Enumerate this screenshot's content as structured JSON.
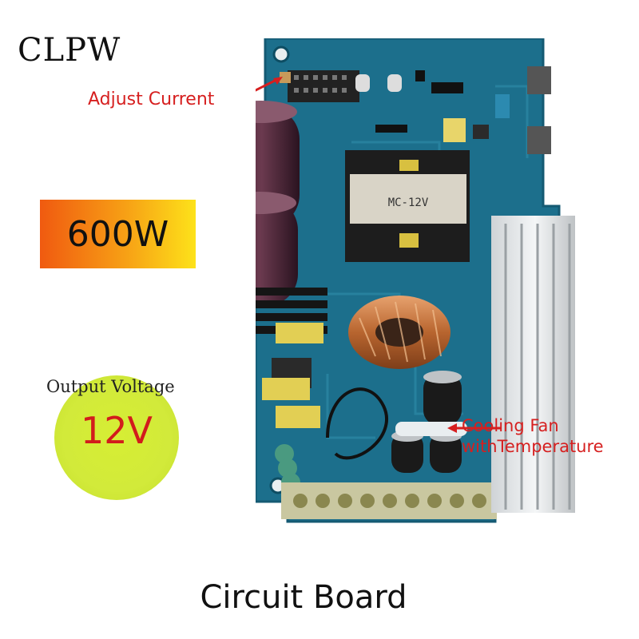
{
  "brand": "CLPW",
  "wattage_badge": "600W",
  "output_voltage": {
    "label": "Output Voltage",
    "value": "12V"
  },
  "annotations": {
    "adjust_current": "Adjust Current",
    "cooling_fan_line1": "Cooling Fan",
    "cooling_fan_line2": "withTemperature"
  },
  "transformer_marking": "MC-12V",
  "caption": "Circuit Board",
  "colors": {
    "pcb": "#1c6f8c",
    "annotation_red": "#d61f1f",
    "badge_gradient_start": "#f05a10",
    "badge_gradient_end": "#fde21a",
    "voltage_circle": "#d2ea3a"
  }
}
